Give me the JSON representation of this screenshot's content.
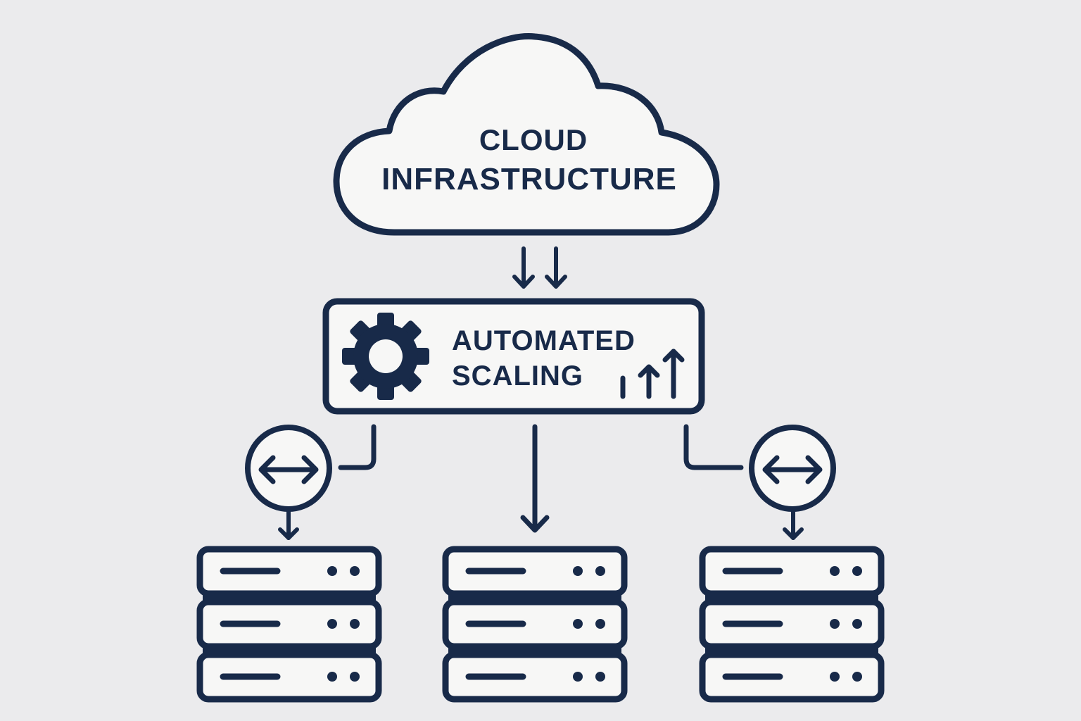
{
  "diagram": {
    "cloud": {
      "line1": "CLOUD",
      "line2": "INFRASTRUCTURE",
      "icon": "cloud-icon"
    },
    "scaler": {
      "line1": "AUTOMATED",
      "line2": "SCALING",
      "icons": [
        "gear-icon",
        "scale-up-arrows-icon"
      ]
    },
    "load_balancers": [
      {
        "icon": "horizontal-arrows-icon",
        "position": "left"
      },
      {
        "icon": "horizontal-arrows-icon",
        "position": "right"
      }
    ],
    "server_stacks": [
      {
        "name": "left",
        "units": 3,
        "icon": "server-stack-icon"
      },
      {
        "name": "center",
        "units": 3,
        "icon": "server-stack-icon"
      },
      {
        "name": "right",
        "units": 3,
        "icon": "server-stack-icon"
      }
    ],
    "connections": [
      {
        "from": "cloud",
        "to": "scaler",
        "type": "double-down-arrow"
      },
      {
        "from": "scaler",
        "to": "load_balancer_left",
        "type": "elbow-line"
      },
      {
        "from": "scaler",
        "to": "server_stack_center",
        "type": "down-arrow"
      },
      {
        "from": "scaler",
        "to": "load_balancer_right",
        "type": "elbow-line"
      },
      {
        "from": "load_balancer_left",
        "to": "server_stack_left",
        "type": "down-arrow"
      },
      {
        "from": "load_balancer_right",
        "to": "server_stack_right",
        "type": "down-arrow"
      }
    ],
    "colors": {
      "background": "#ebebed",
      "ink": "#182a49",
      "fill": "#f7f7f6"
    }
  }
}
